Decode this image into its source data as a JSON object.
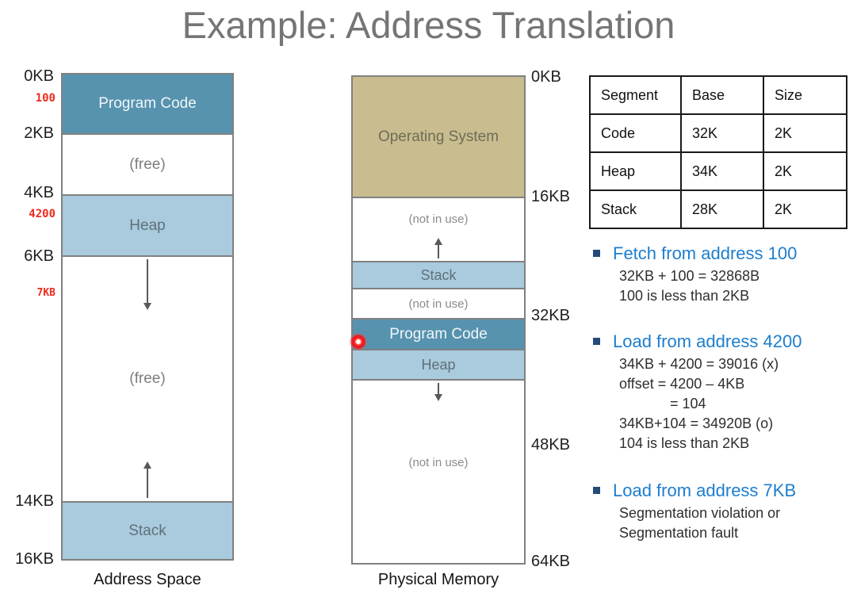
{
  "title": "Example: Address Translation",
  "colors": {
    "title_gray": "#757575",
    "segment_dark_blue": "#5793af",
    "segment_light_blue": "#a9cbdd",
    "os_tan": "#c9bd8f",
    "annotation_red": "#ee2a1e",
    "note_heading_blue": "#1d7ecd",
    "bullet_navy": "#234a78",
    "border_gray": "#808080",
    "arrow_gray": "#595959"
  },
  "address_space": {
    "caption": "Address Space",
    "ticks": [
      "0KB",
      "2KB",
      "4KB",
      "6KB",
      "14KB",
      "16KB"
    ],
    "annotations": [
      "100",
      "4200",
      "7KB"
    ],
    "segments": [
      {
        "label": "Program Code"
      },
      {
        "label": "(free)"
      },
      {
        "label": "Heap"
      },
      {
        "label": "(free)"
      },
      {
        "label": "Stack"
      }
    ]
  },
  "physical_memory": {
    "caption": "Physical Memory",
    "ticks": [
      "0KB",
      "16KB",
      "32KB",
      "48KB",
      "64KB"
    ],
    "segments": [
      {
        "label": "Operating System"
      },
      {
        "label": "(not in use)"
      },
      {
        "label": "Stack"
      },
      {
        "label": "(not in use)"
      },
      {
        "label": "Program Code"
      },
      {
        "label": "Heap"
      },
      {
        "label": "(not in use)"
      }
    ]
  },
  "segment_table": {
    "headers": [
      "Segment",
      "Base",
      "Size"
    ],
    "rows": [
      [
        "Code",
        "32K",
        "2K"
      ],
      [
        "Heap",
        "34K",
        "2K"
      ],
      [
        "Stack",
        "28K",
        "2K"
      ]
    ]
  },
  "notes": [
    {
      "heading": "Fetch from address 100",
      "lines": [
        "32KB + 100 = 32868B",
        "100 is less than 2KB"
      ]
    },
    {
      "heading": "Load from address 4200",
      "lines": [
        "34KB + 4200 = 39016 (x)",
        "offset = 4200 – 4KB",
        "= 104",
        "34KB+104 = 34920B (o)",
        "104 is less than 2KB"
      ]
    },
    {
      "heading": "Load from address 7KB",
      "lines": [
        "Segmentation violation or",
        "Segmentation fault"
      ]
    }
  ]
}
